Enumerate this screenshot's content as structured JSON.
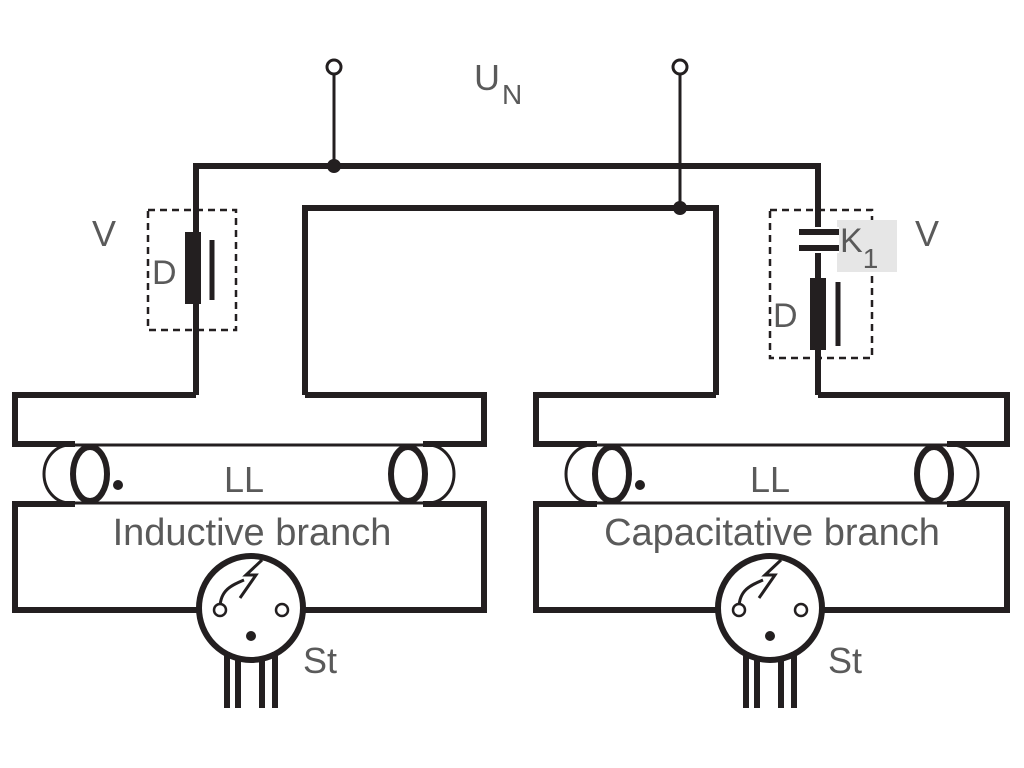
{
  "labels": {
    "supply_main": "U",
    "supply_sub": "N",
    "ballast_left": "V",
    "ballast_right": "V",
    "choke_left": "D",
    "choke_right": "D",
    "capacitor_main": "K",
    "capacitor_sub": "1",
    "lamp_left": "LL",
    "lamp_right": "LL",
    "branch_left": "Inductive branch",
    "branch_right": "Capacitative branch",
    "starter_left": "St",
    "starter_right": "St"
  },
  "colors": {
    "wire": "#231f20",
    "text": "#5a5a5a",
    "capacitor_label_highlight": "#e6e6e6"
  }
}
